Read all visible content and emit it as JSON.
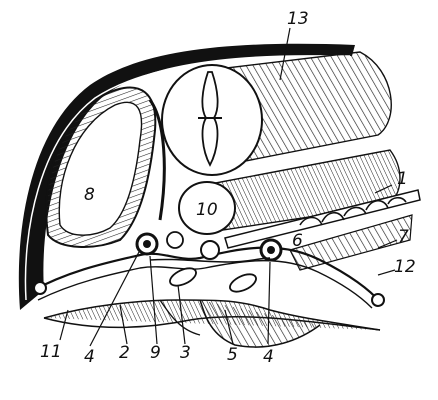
{
  "figure": {
    "labels": {
      "l1": "1",
      "l2": "2",
      "l3": "3",
      "l4a": "4",
      "l4b": "4",
      "l5": "5",
      "l6": "6",
      "l7": "7",
      "l8": "8",
      "l9": "9",
      "l10": "10",
      "l11": "11",
      "l12": "12",
      "l13": "13"
    }
  }
}
